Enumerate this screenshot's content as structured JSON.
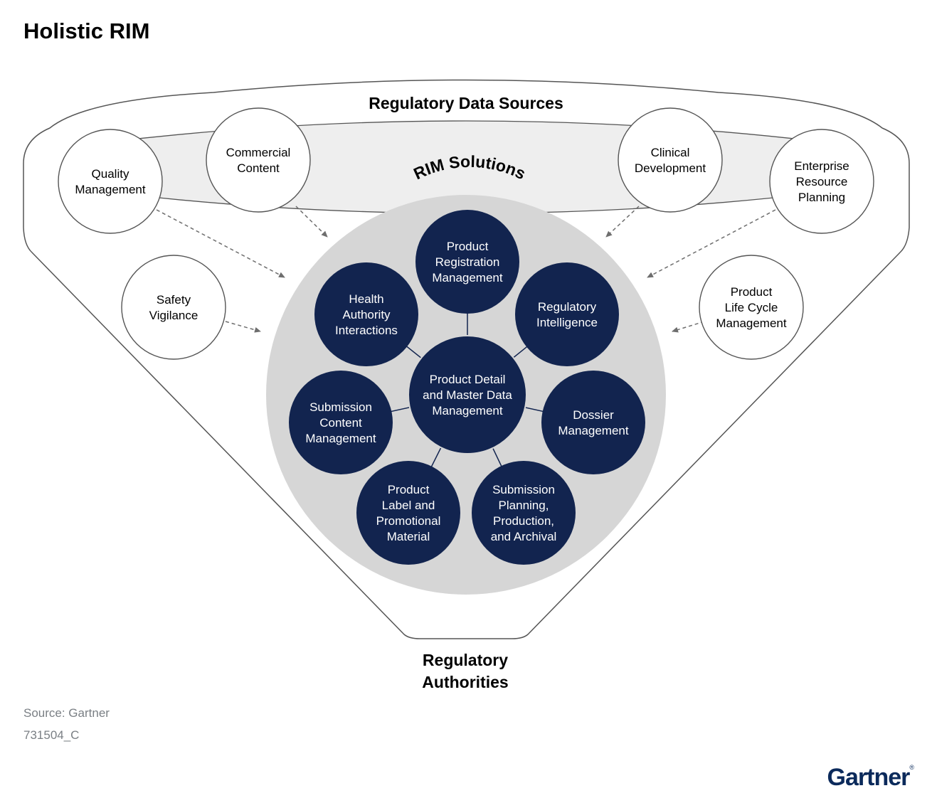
{
  "title": "Holistic RIM",
  "regulatory_data_sources_label": "Regulatory Data Sources",
  "rim_solutions_label": "RIM Solutions",
  "regulatory_authorities_label": [
    "Regulatory",
    "Authorities"
  ],
  "data_sources": [
    {
      "id": "quality-management",
      "lines": [
        "Quality",
        "Management"
      ]
    },
    {
      "id": "commercial-content",
      "lines": [
        "Commercial",
        "Content"
      ]
    },
    {
      "id": "clinical-development",
      "lines": [
        "Clinical",
        "Development"
      ]
    },
    {
      "id": "enterprise-resource-planning",
      "lines": [
        "Enterprise",
        "Resource",
        "Planning"
      ]
    },
    {
      "id": "safety-vigilance",
      "lines": [
        "Safety",
        "Vigilance"
      ]
    },
    {
      "id": "product-life-cycle-management",
      "lines": [
        "Product",
        "Life Cycle",
        "Management"
      ]
    }
  ],
  "hub": {
    "id": "product-detail-master-data",
    "lines": [
      "Product Detail",
      "and Master Data",
      "Management"
    ]
  },
  "solutions": [
    {
      "id": "product-registration-management",
      "lines": [
        "Product",
        "Registration",
        "Management"
      ]
    },
    {
      "id": "regulatory-intelligence",
      "lines": [
        "Regulatory",
        "Intelligence"
      ]
    },
    {
      "id": "dossier-management",
      "lines": [
        "Dossier",
        "Management"
      ]
    },
    {
      "id": "submission-planning",
      "lines": [
        "Submission",
        "Planning,",
        "Production,",
        "and Archival"
      ]
    },
    {
      "id": "product-label",
      "lines": [
        "Product",
        "Label and",
        "Promotional",
        "Material"
      ]
    },
    {
      "id": "submission-content-management",
      "lines": [
        "Submission",
        "Content",
        "Management"
      ]
    },
    {
      "id": "health-authority-interactions",
      "lines": [
        "Health",
        "Authority",
        "Interactions"
      ]
    }
  ],
  "source_note": "Source: Gartner",
  "figure_id": "731504_C",
  "brand": "Gartner",
  "colors": {
    "navy": "#12244f",
    "grey_disc": "#d6d6d6",
    "band": "#eeeeee",
    "outline": "#555555",
    "arrow": "#6e6e6e"
  }
}
